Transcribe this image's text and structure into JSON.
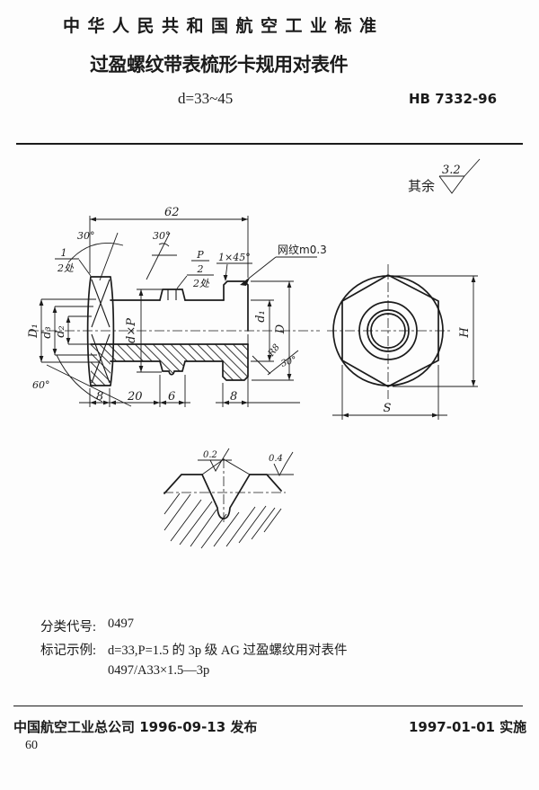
{
  "header": {
    "line1": "中华人民共和国航空工业标准",
    "title": "过盈螺纹带表梳形卡规用对表件",
    "subtitle": "d=33~45",
    "code": "HB 7332-96"
  },
  "surface_note": {
    "label": "其余",
    "value": "3.2"
  },
  "section": {
    "len": "62",
    "ang_left": "30°",
    "ang_mid": "30°",
    "frac1_num": "1",
    "frac1_den": "2处",
    "frac2_num": "P",
    "frac2_den": "2",
    "frac2_note": "2处",
    "chamfer": "1×45°",
    "knurl": "网纹m0.3",
    "dim_D1": "D₁",
    "dim_d3": "d₃",
    "dim_d2": "d₂",
    "dim_dxP": "d×P",
    "dim_d1": "d₁",
    "dim_D": "D",
    "radius": "R8",
    "ang_r": "30°",
    "ang_bl": "60°",
    "w1": "8",
    "w2": "20",
    "w3": "6",
    "w4": "8"
  },
  "hex": {
    "dim_h": "H",
    "dim_s": "S"
  },
  "detail": {
    "r1": "0.2",
    "r2": "0.4"
  },
  "notes": {
    "class_label": "分类代号:",
    "class_value": "0497",
    "mark_label": "标记示例:",
    "mark_line1": "d=33,P=1.5 的 3p 级 AG 过盈螺纹用对表件",
    "mark_line2": "0497/A33×1.5—3p"
  },
  "footer": {
    "left": "中国航空工业总公司 1996-09-13 发布",
    "right": "1997-01-01 实施",
    "page": "60"
  }
}
